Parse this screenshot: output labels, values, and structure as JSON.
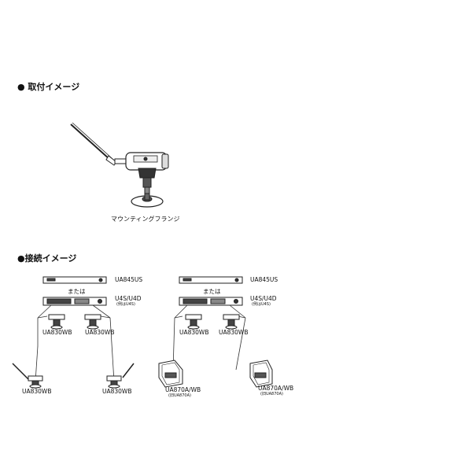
{
  "section1": {
    "title": "● 取付イメージ",
    "flange_label": "マウンティングフランジ"
  },
  "section2": {
    "title": "●接続イメージ",
    "left": {
      "rack_top": "UA845US",
      "or_label": "または",
      "receiver": "U4S/U4D",
      "receiver_note": "(例はU4S)",
      "ant_a": "UA830WB",
      "ant_b": "UA830WB",
      "remote_a": "UA830WB",
      "remote_b": "UA830WB"
    },
    "right": {
      "rack_top": "UA845US",
      "or_label": "または",
      "receiver": "U4S/U4D",
      "receiver_note": "(例はU4S)",
      "ant_a": "UA830WB",
      "ant_b": "UA830WB",
      "paddle_a": "UA870A/WB",
      "paddle_a_note": "(旧UA870A)",
      "paddle_b": "UA870A/WB",
      "paddle_b_note": "(旧UA870A)"
    }
  }
}
